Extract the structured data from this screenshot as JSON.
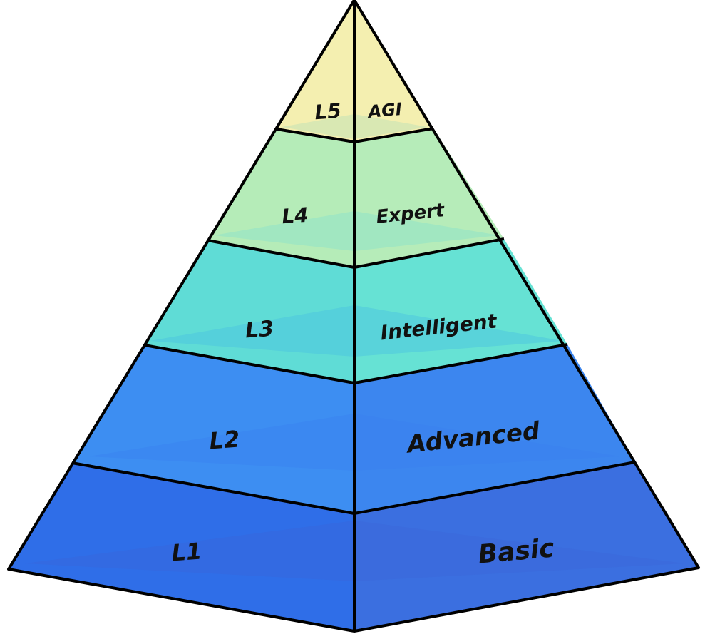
{
  "levels": [
    {
      "code": "L1",
      "name": "Basic",
      "left_color": "#2f6ee8",
      "right_color": "#3b6fe0"
    },
    {
      "code": "L2",
      "name": "Advanced",
      "left_color": "#3d8ef2",
      "right_color": "#3c86ef"
    },
    {
      "code": "L3",
      "name": "Intelligent",
      "left_color": "#5fdcd6",
      "right_color": "#66e2d4"
    },
    {
      "code": "L4",
      "name": "Expert",
      "left_color": "#b5ecb8",
      "right_color": "#b6ecb9"
    },
    {
      "code": "L5",
      "name": "AGI",
      "left_color": "#f4efb0",
      "right_color": "#f4efb0"
    }
  ],
  "outline_color": "#000000"
}
